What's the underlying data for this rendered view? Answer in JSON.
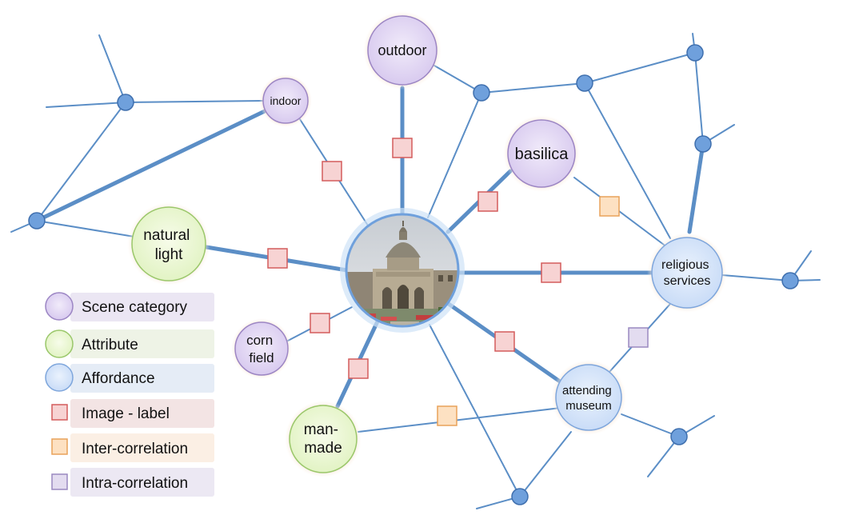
{
  "nodes": {
    "outdoor": {
      "label": [
        "outdoor"
      ],
      "kind": "scene"
    },
    "indoor": {
      "label": [
        "indoor"
      ],
      "kind": "scene"
    },
    "basilica": {
      "label": [
        "basilica"
      ],
      "kind": "scene"
    },
    "corn_field": {
      "label": [
        "corn",
        "field"
      ],
      "kind": "scene"
    },
    "natural_light": {
      "label": [
        "natural",
        "light"
      ],
      "kind": "attribute"
    },
    "man_made": {
      "label": [
        "man-",
        "made"
      ],
      "kind": "attribute"
    },
    "religious_services": {
      "label": [
        "religious",
        "services"
      ],
      "kind": "affordance"
    },
    "attending_museum": {
      "label": [
        "attending",
        "museum"
      ],
      "kind": "affordance"
    }
  },
  "legend": [
    {
      "label": "Scene category",
      "kind": "scene",
      "symbol": "circle"
    },
    {
      "label": "Attribute",
      "kind": "attribute",
      "symbol": "circle"
    },
    {
      "label": "Affordance",
      "kind": "affordance",
      "symbol": "circle"
    },
    {
      "label": "Image - label",
      "kind": "image-label",
      "symbol": "square"
    },
    {
      "label": "Inter-correlation",
      "kind": "inter",
      "symbol": "square"
    },
    {
      "label": "Intra-correlation",
      "kind": "intra",
      "symbol": "square"
    }
  ],
  "colors": {
    "edge": "#5b8ec6",
    "scene_fill": "#e4daf2",
    "scene_stroke": "#9c86c4",
    "attribute_fill": "#eef8d8",
    "attribute_stroke": "#9ac76a",
    "affordance_fill": "#dce9fb",
    "affordance_stroke": "#7ea6dc",
    "image_label_fill": "#f7d3d3",
    "image_label_stroke": "#d45c5c",
    "inter_fill": "#fde1c2",
    "inter_stroke": "#e9a25a",
    "intra_fill": "#e3dcf0",
    "intra_stroke": "#9a89c0"
  }
}
